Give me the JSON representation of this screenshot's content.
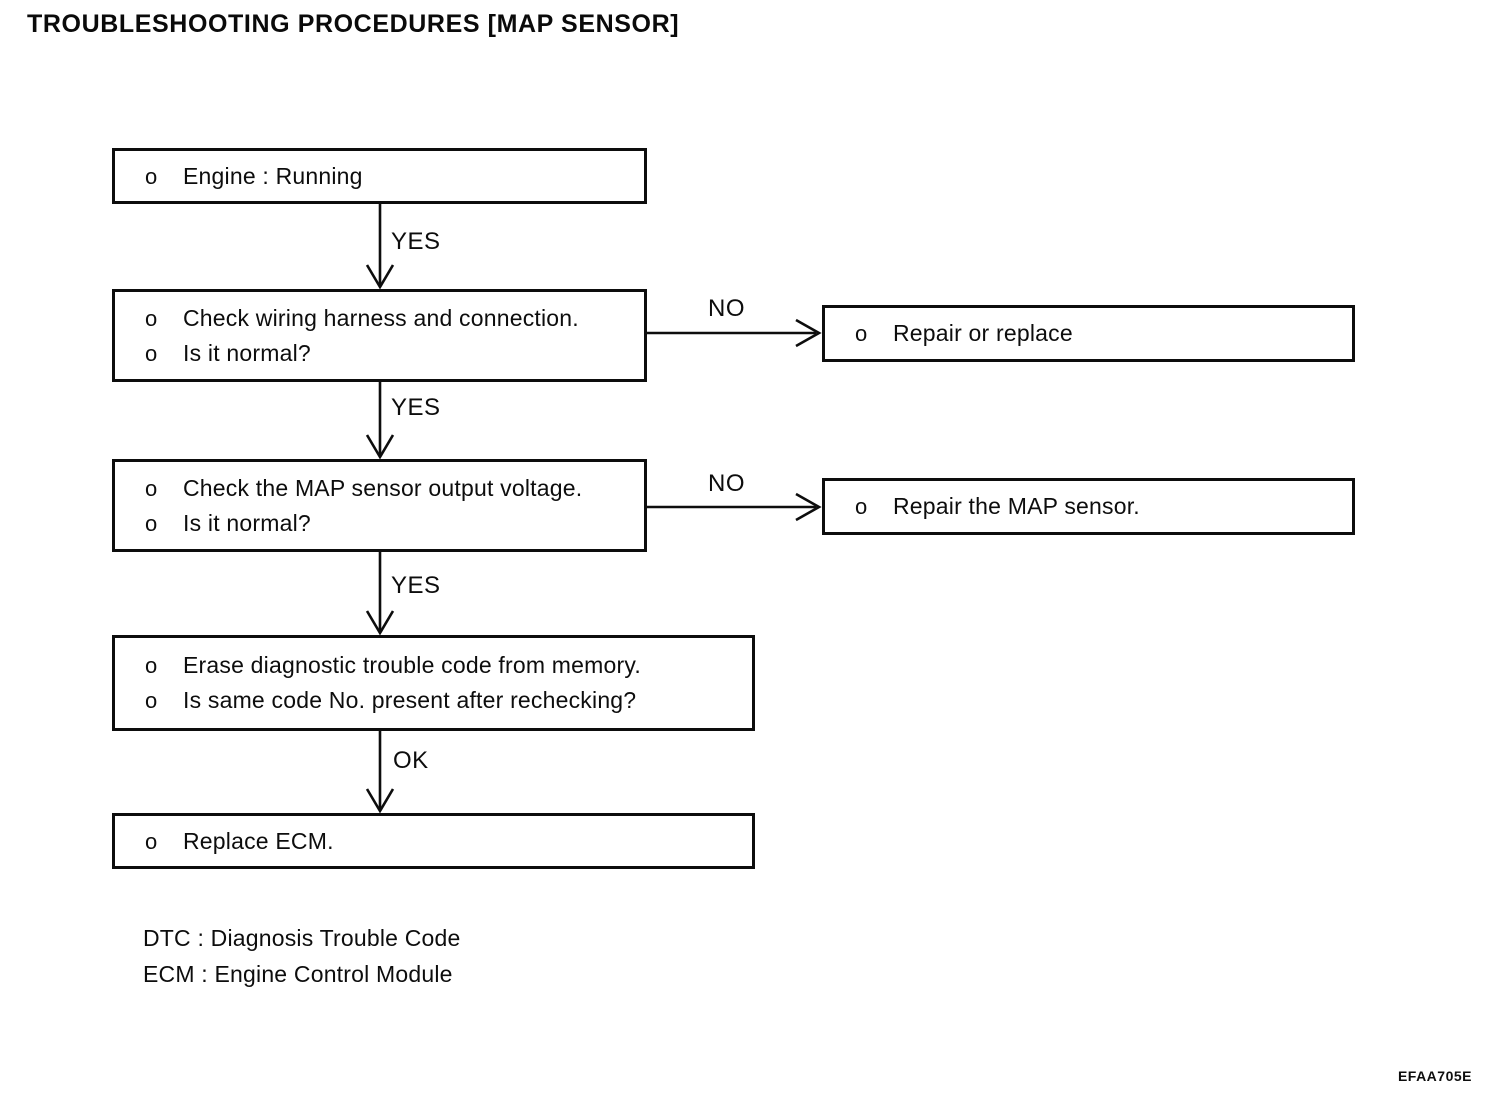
{
  "title": "TROUBLESHOOTING PROCEDURES [MAP SENSOR]",
  "bullet_char": "o",
  "flow": {
    "boxes": [
      {
        "name": "engine-running",
        "lines": [
          "Engine : Running"
        ]
      },
      {
        "name": "check-wiring",
        "lines": [
          "Check wiring harness and connection.",
          "Is it normal?"
        ]
      },
      {
        "name": "check-map-voltage",
        "lines": [
          "Check the MAP sensor output voltage.",
          "Is it normal?"
        ]
      },
      {
        "name": "erase-dtc",
        "lines": [
          "Erase diagnostic trouble code from memory.",
          "Is same code No. present after rechecking?"
        ]
      },
      {
        "name": "replace-ecm",
        "lines": [
          "Replace ECM."
        ]
      },
      {
        "name": "repair-or-replace",
        "lines": [
          "Repair or replace"
        ]
      },
      {
        "name": "repair-map-sensor",
        "lines": [
          "Repair the MAP sensor."
        ]
      }
    ],
    "edge_labels": {
      "yes1": "YES",
      "yes2": "YES",
      "yes3": "YES",
      "ok": "OK",
      "no1": "NO",
      "no2": "NO"
    }
  },
  "legend": {
    "line1": "DTC : Diagnosis Trouble Code",
    "line2": "ECM : Engine Control Module"
  },
  "doc_code": "EFAA705E",
  "colors": {
    "ink": "#0d0d0d",
    "background": "#ffffff"
  }
}
